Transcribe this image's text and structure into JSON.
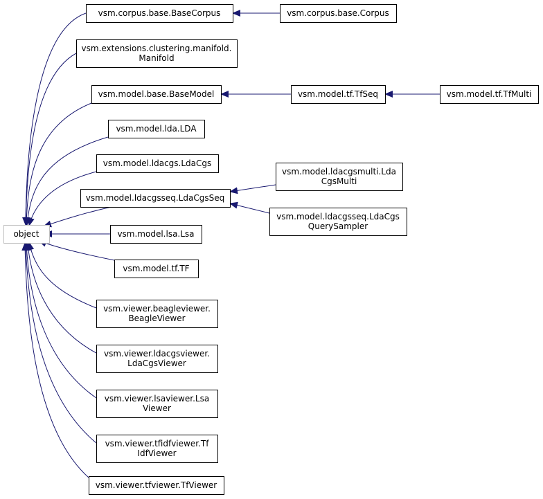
{
  "diagram": {
    "edge_color": "#191970",
    "root_border_color": "#bfbfbf",
    "nodes": [
      {
        "id": "object",
        "lines": [
          "object"
        ]
      },
      {
        "id": "basecorpus",
        "lines": [
          "vsm.corpus.base.BaseCorpus"
        ]
      },
      {
        "id": "corpus",
        "lines": [
          "vsm.corpus.base.Corpus"
        ]
      },
      {
        "id": "manifold",
        "lines": [
          "vsm.extensions.clustering.manifold.",
          "Manifold"
        ]
      },
      {
        "id": "basemodel",
        "lines": [
          "vsm.model.base.BaseModel"
        ]
      },
      {
        "id": "tfseq",
        "lines": [
          "vsm.model.tf.TfSeq"
        ]
      },
      {
        "id": "tfmulti",
        "lines": [
          "vsm.model.tf.TfMulti"
        ]
      },
      {
        "id": "lda",
        "lines": [
          "vsm.model.lda.LDA"
        ]
      },
      {
        "id": "ldacgs",
        "lines": [
          "vsm.model.ldacgs.LdaCgs"
        ]
      },
      {
        "id": "ldacgsseq",
        "lines": [
          "vsm.model.ldacgsseq.LdaCgsSeq"
        ]
      },
      {
        "id": "ldacgsmulti",
        "lines": [
          "vsm.model.ldacgsmulti.Lda",
          "CgsMulti"
        ]
      },
      {
        "id": "querysampler",
        "lines": [
          "vsm.model.ldacgsseq.LdaCgs",
          "QuerySampler"
        ]
      },
      {
        "id": "lsa",
        "lines": [
          "vsm.model.lsa.Lsa"
        ]
      },
      {
        "id": "tf",
        "lines": [
          "vsm.model.tf.TF"
        ]
      },
      {
        "id": "beagleviewer",
        "lines": [
          "vsm.viewer.beagleviewer.",
          "BeagleViewer"
        ]
      },
      {
        "id": "ldacgsviewer",
        "lines": [
          "vsm.viewer.ldacgsviewer.",
          "LdaCgsViewer"
        ]
      },
      {
        "id": "lsaviewer",
        "lines": [
          "vsm.viewer.lsaviewer.Lsa",
          "Viewer"
        ]
      },
      {
        "id": "tfidfviewer",
        "lines": [
          "vsm.viewer.tfidfviewer.Tf",
          "IdfViewer"
        ]
      },
      {
        "id": "tfviewer",
        "lines": [
          "vsm.viewer.tfviewer.TfViewer"
        ]
      }
    ]
  }
}
